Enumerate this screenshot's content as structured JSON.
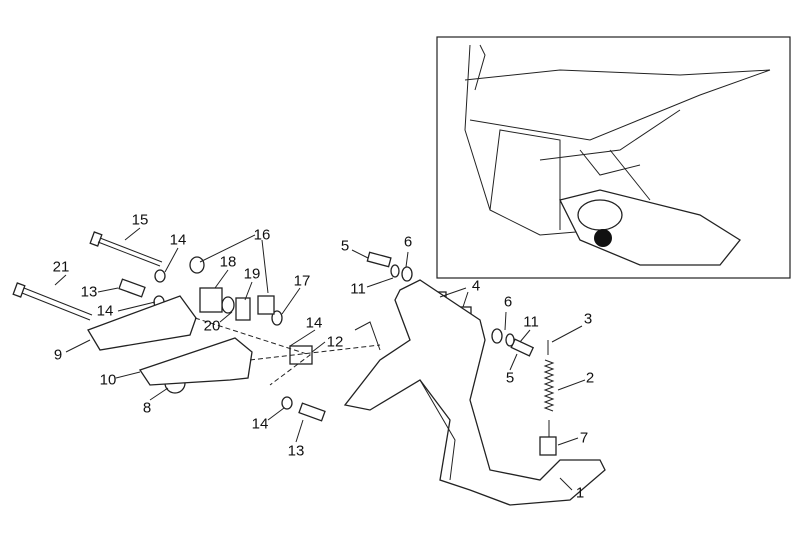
{
  "diagram": {
    "title": "Central stand exploded view",
    "callouts": [
      "15",
      "14",
      "16",
      "18",
      "19",
      "17",
      "21",
      "13",
      "14",
      "20",
      "9",
      "14",
      "12",
      "10",
      "8",
      "14",
      "13",
      "5",
      "6",
      "11",
      "4",
      "6",
      "11",
      "3",
      "5",
      "2",
      "7",
      "1"
    ]
  }
}
